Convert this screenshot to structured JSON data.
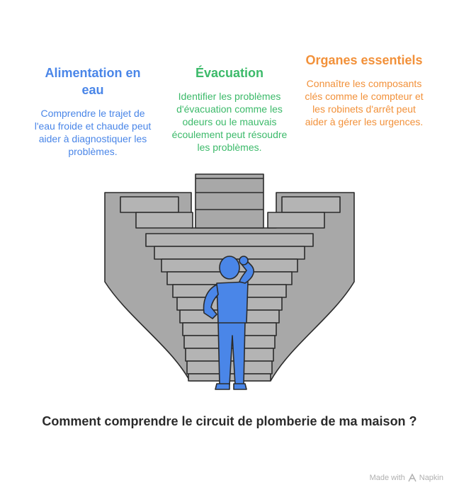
{
  "columns": [
    {
      "title": "Alimentation en eau",
      "text": "Comprendre le trajet de l'eau froide et chaude peut aider à diagnostiquer les problèmes.",
      "color": "#4a86e8"
    },
    {
      "title": "Évacuation",
      "text": "Identifier les problèmes d'évacuation comme les odeurs ou le mauvais écoulement peut résoudre les problèmes.",
      "color": "#3cba6a"
    },
    {
      "title": "Organes essentiels",
      "text": "Connaître les composants clés comme le compteur et les robinets d'arrêt peut aider à gérer les urgences.",
      "color": "#f2913a"
    }
  ],
  "question": "Comment comprendre le circuit de plomberie de ma maison ?",
  "footer": {
    "made_with": "Made with",
    "brand": "Napkin",
    "icon": "napkin-logo-icon"
  },
  "illustration": {
    "stair_color": "#a8a8a8",
    "person_color": "#4a86e8",
    "person_icon": "thinking-person-icon",
    "stairs_icon": "staircase-icon"
  }
}
